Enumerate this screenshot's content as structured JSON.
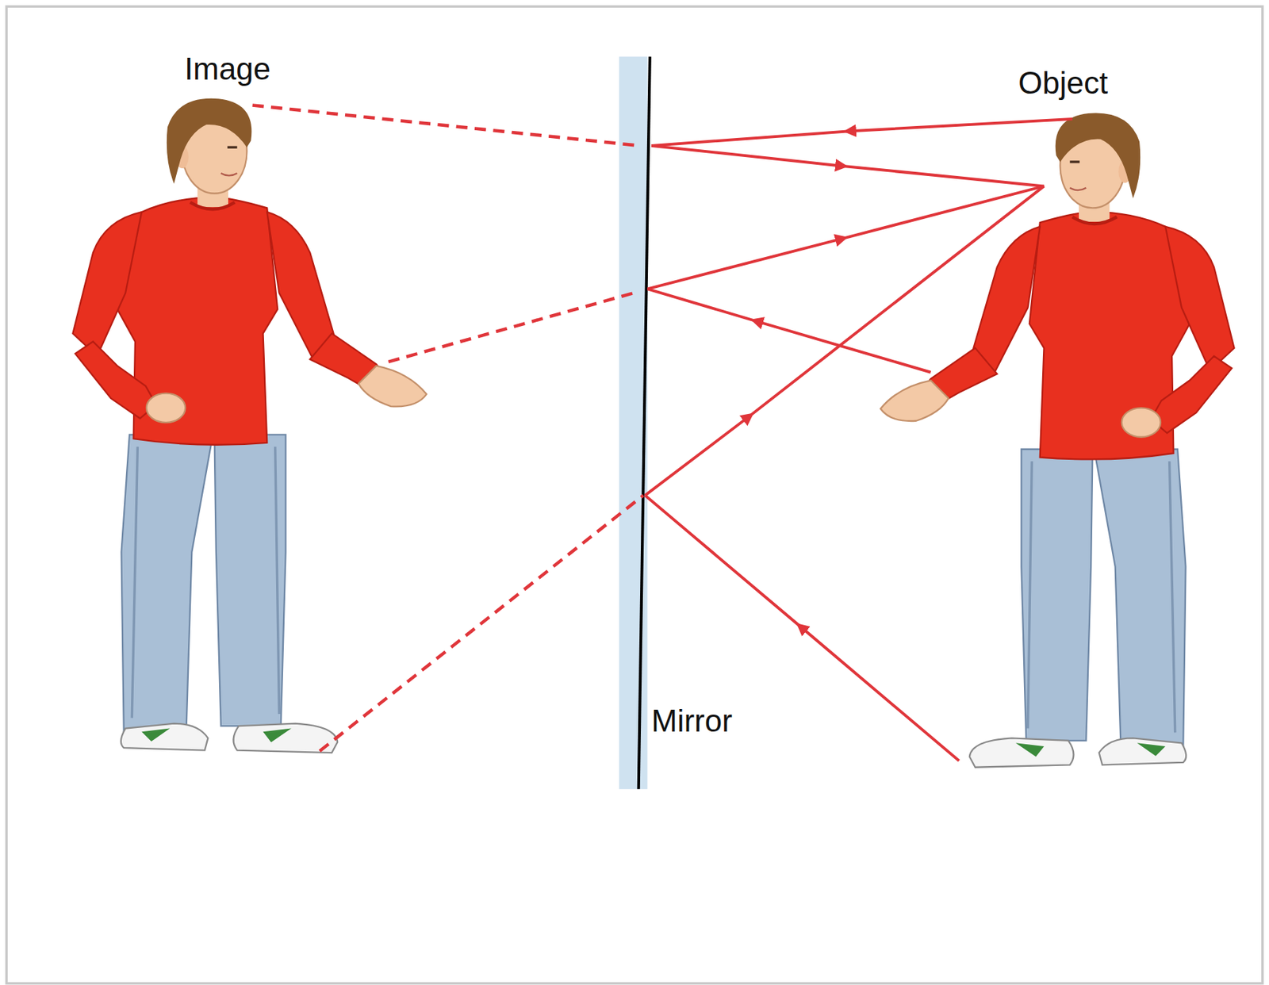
{
  "diagram": {
    "labels": [
      "Image",
      "Object",
      "Mirror"
    ]
  }
}
